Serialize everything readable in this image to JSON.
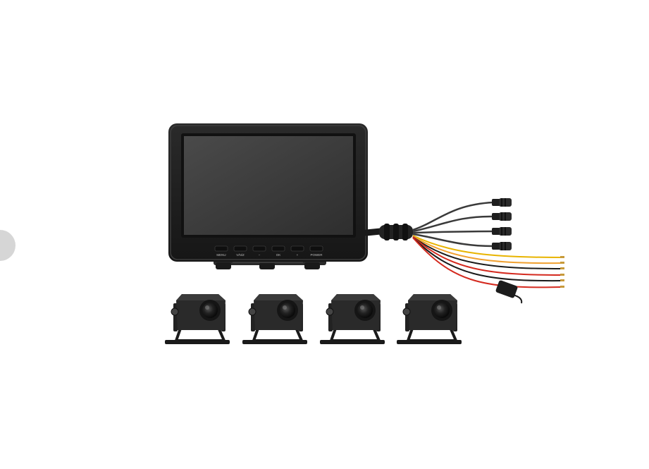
{
  "product_image": {
    "monitor": {
      "buttons": [
        {
          "label": "MENU"
        },
        {
          "label": "V/N/Z"
        },
        {
          "label": "−"
        },
        {
          "label": "OK"
        },
        {
          "label": "+"
        },
        {
          "label": "POWER"
        }
      ]
    },
    "camera_count": 4,
    "connector_count": 4,
    "colors": {
      "device_body": "#1e1e1e",
      "screen": "#3a3a3a",
      "wire_yellow": "#e8b400",
      "wire_orange": "#f0a030",
      "wire_red": "#d42a1f",
      "wire_black": "#1a1a1a"
    }
  },
  "controls": {
    "prev_icon": "chevron-left-icon"
  }
}
